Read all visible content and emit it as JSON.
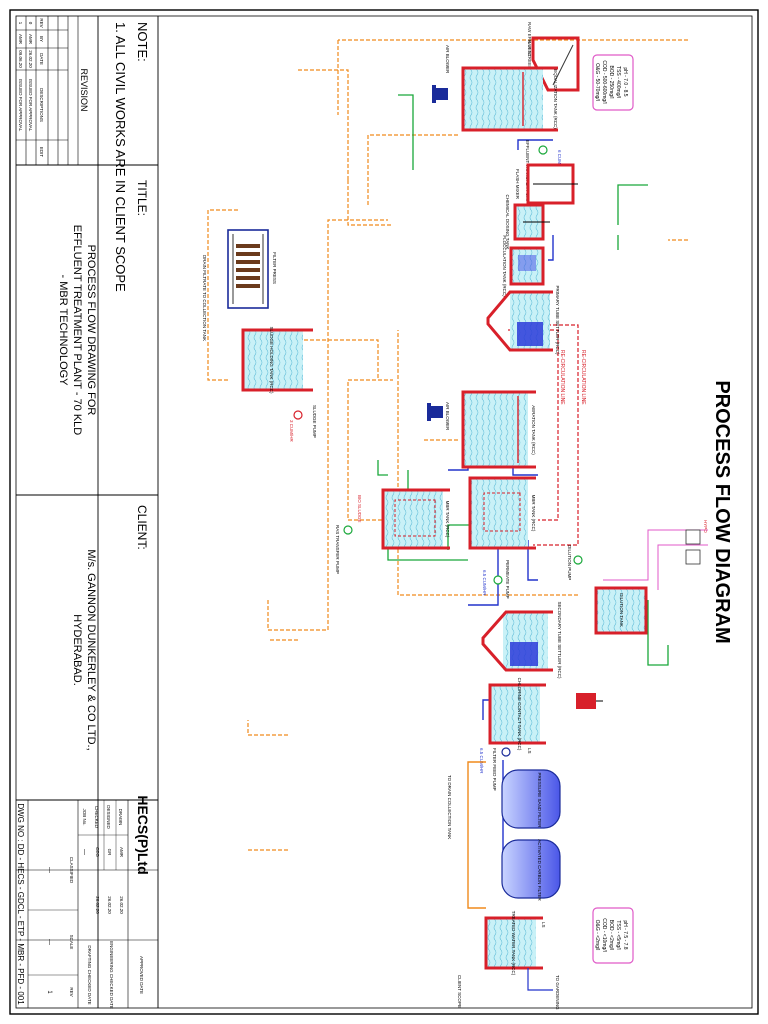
{
  "diagram_title": "PROCESS FLOW DIAGRAM",
  "note": {
    "heading": "NOTE:",
    "line1": "1. ALL CIVIL WORKS ARE IN CLIENT SCOPE"
  },
  "title_block": {
    "title_label": "TITLE:",
    "title_line1": "PROCESS FLOW DRAWING FOR",
    "title_line2": "EFFLUENT TREATMENT PLANT - 70 KLD",
    "title_line3": "- MBR TECHNOLOGY",
    "client_label": "CLIENT:",
    "client_line1": "M/s. GANNON DUNKERLEY & CO LTD.,",
    "client_line2": "HYDERABAD.",
    "company": "HECS(P)Ltd",
    "dwg_no": "DWG NO : DD - HECS - GDCL - ETP - MBR - PFD - 001",
    "approved": "APPROVED DATE",
    "engineering": "ENGINEERING CHECKED DATE",
    "drafting": "DRAFTING CHECKED DATE",
    "rows": {
      "drawn": "DRAWN",
      "designed": "DESIGNED",
      "checked": "CHECKED",
      "job_no": "JOB No.",
      "name": "NAME",
      "date": "DATE",
      "drawn_name": "AMR",
      "designed_name": "GR",
      "checked_name": "CEO",
      "drawn_date": "26.02.20",
      "designed_date": "26.02.20",
      "checked_date": "26.02.20",
      "job_val": "—",
      "classified": "CLASSIFIED",
      "scale": "SCALE",
      "rev": "REV",
      "class_val": "—",
      "scale_val": "—",
      "rev_val": "1"
    }
  },
  "revision": {
    "heading": "REVISION",
    "cols": [
      "REV",
      "BY",
      "DATE",
      "DESCRIPTIONS",
      "EDIT"
    ],
    "rows": [
      [
        "0",
        "AMR",
        "26.02.20",
        "ISSUED FOR APPROVAL",
        ""
      ],
      [
        "1",
        "AMR",
        "09.06.20",
        "ISSUED FOR APPROVAL",
        ""
      ]
    ]
  },
  "labels": {
    "raw_effluent": "RAW EFFLUENT",
    "inlet_quality": [
      "pH - 7.0 - 8.5",
      "TSS - 400mg/l",
      "BOD - 250mg/l",
      "COD - 500-600mg/l",
      "O&G - 50-70mg/l"
    ],
    "outlet_quality": [
      "pH - 7.5 - 7.8",
      "TSS - <5mg/l",
      "BOD - <2mg/l",
      "COD - <10mg/l",
      "O&G - <2mg/l"
    ],
    "bar_screen": "BAR SCREEN CHAMBER",
    "oil_grease": "OIL & GREASE TRAP",
    "air_blower": "AIR BLOWER",
    "eq_tank": "EQUALIZATION TANK (RCC)",
    "effluent_transfer": "EFFLUENT TRANSFER PUMP",
    "flow_6": "6 CUM/HR",
    "dosing_flash": "FLASH MIXER",
    "chemical_dosing": "CHEMICAL DOSING TANK",
    "flocculation": "FLOCCULATION TANK (RCC)",
    "primary_settler": "PRIMARY TUBE SETTLER (RCC)",
    "sludge_holding": "SLUDGE HOLDING TANK (RCC)",
    "sludge_pump": "SLUDGE PUMP",
    "flow_3": "3 CUM/HR",
    "filter_press": "FILTER PRESS",
    "filtrate": "DRAIN FILTRATE TO COLLECTION TANK",
    "recirc1": "RE-CIRCULATION LINE",
    "recirc2": "RE-CIRCULATION LINE",
    "aeration": "AERATION TANK (RCC)",
    "mbr": "MBR TANK (RCC)",
    "mbr2": "MBR TANK (RCC)",
    "permeate": "PERMEATE PUMP",
    "ras": "RAS TRANSFER PUMP",
    "bio_sludge": "BIO SLUDGE",
    "dilution_tank": "DILUTION TANK",
    "dilution_pump": "DILUTION PUMP",
    "flow_65": "6.5 CUM/HR",
    "secondary_settler": "SECONDARY TUBE SETTLER (RCC)",
    "chlorine": "CHLORINE CONTACT TANK (RCC)",
    "filter_feed": "FILTER FEED PUMP",
    "psf": "PRESSURE SAND FILTER",
    "acf": "ACTIVATED CARBON FILTER",
    "treated": "TREATED WATER TANK (RCC)",
    "to_drain": "TO DRAIN COLLECTION TANK",
    "to_gardening": "TO GARDENING",
    "client_scope": "CLIENT SCOPE",
    "ls": "LS",
    "hypo": "HYPO"
  },
  "colors": {
    "tank_red": "#d8202a",
    "water_cyan": "#bfeef5",
    "blue": "#2233cc",
    "green": "#19a83a",
    "orange": "#f08a1c",
    "pink": "#e05ac8",
    "navy": "#1a2b9a"
  }
}
